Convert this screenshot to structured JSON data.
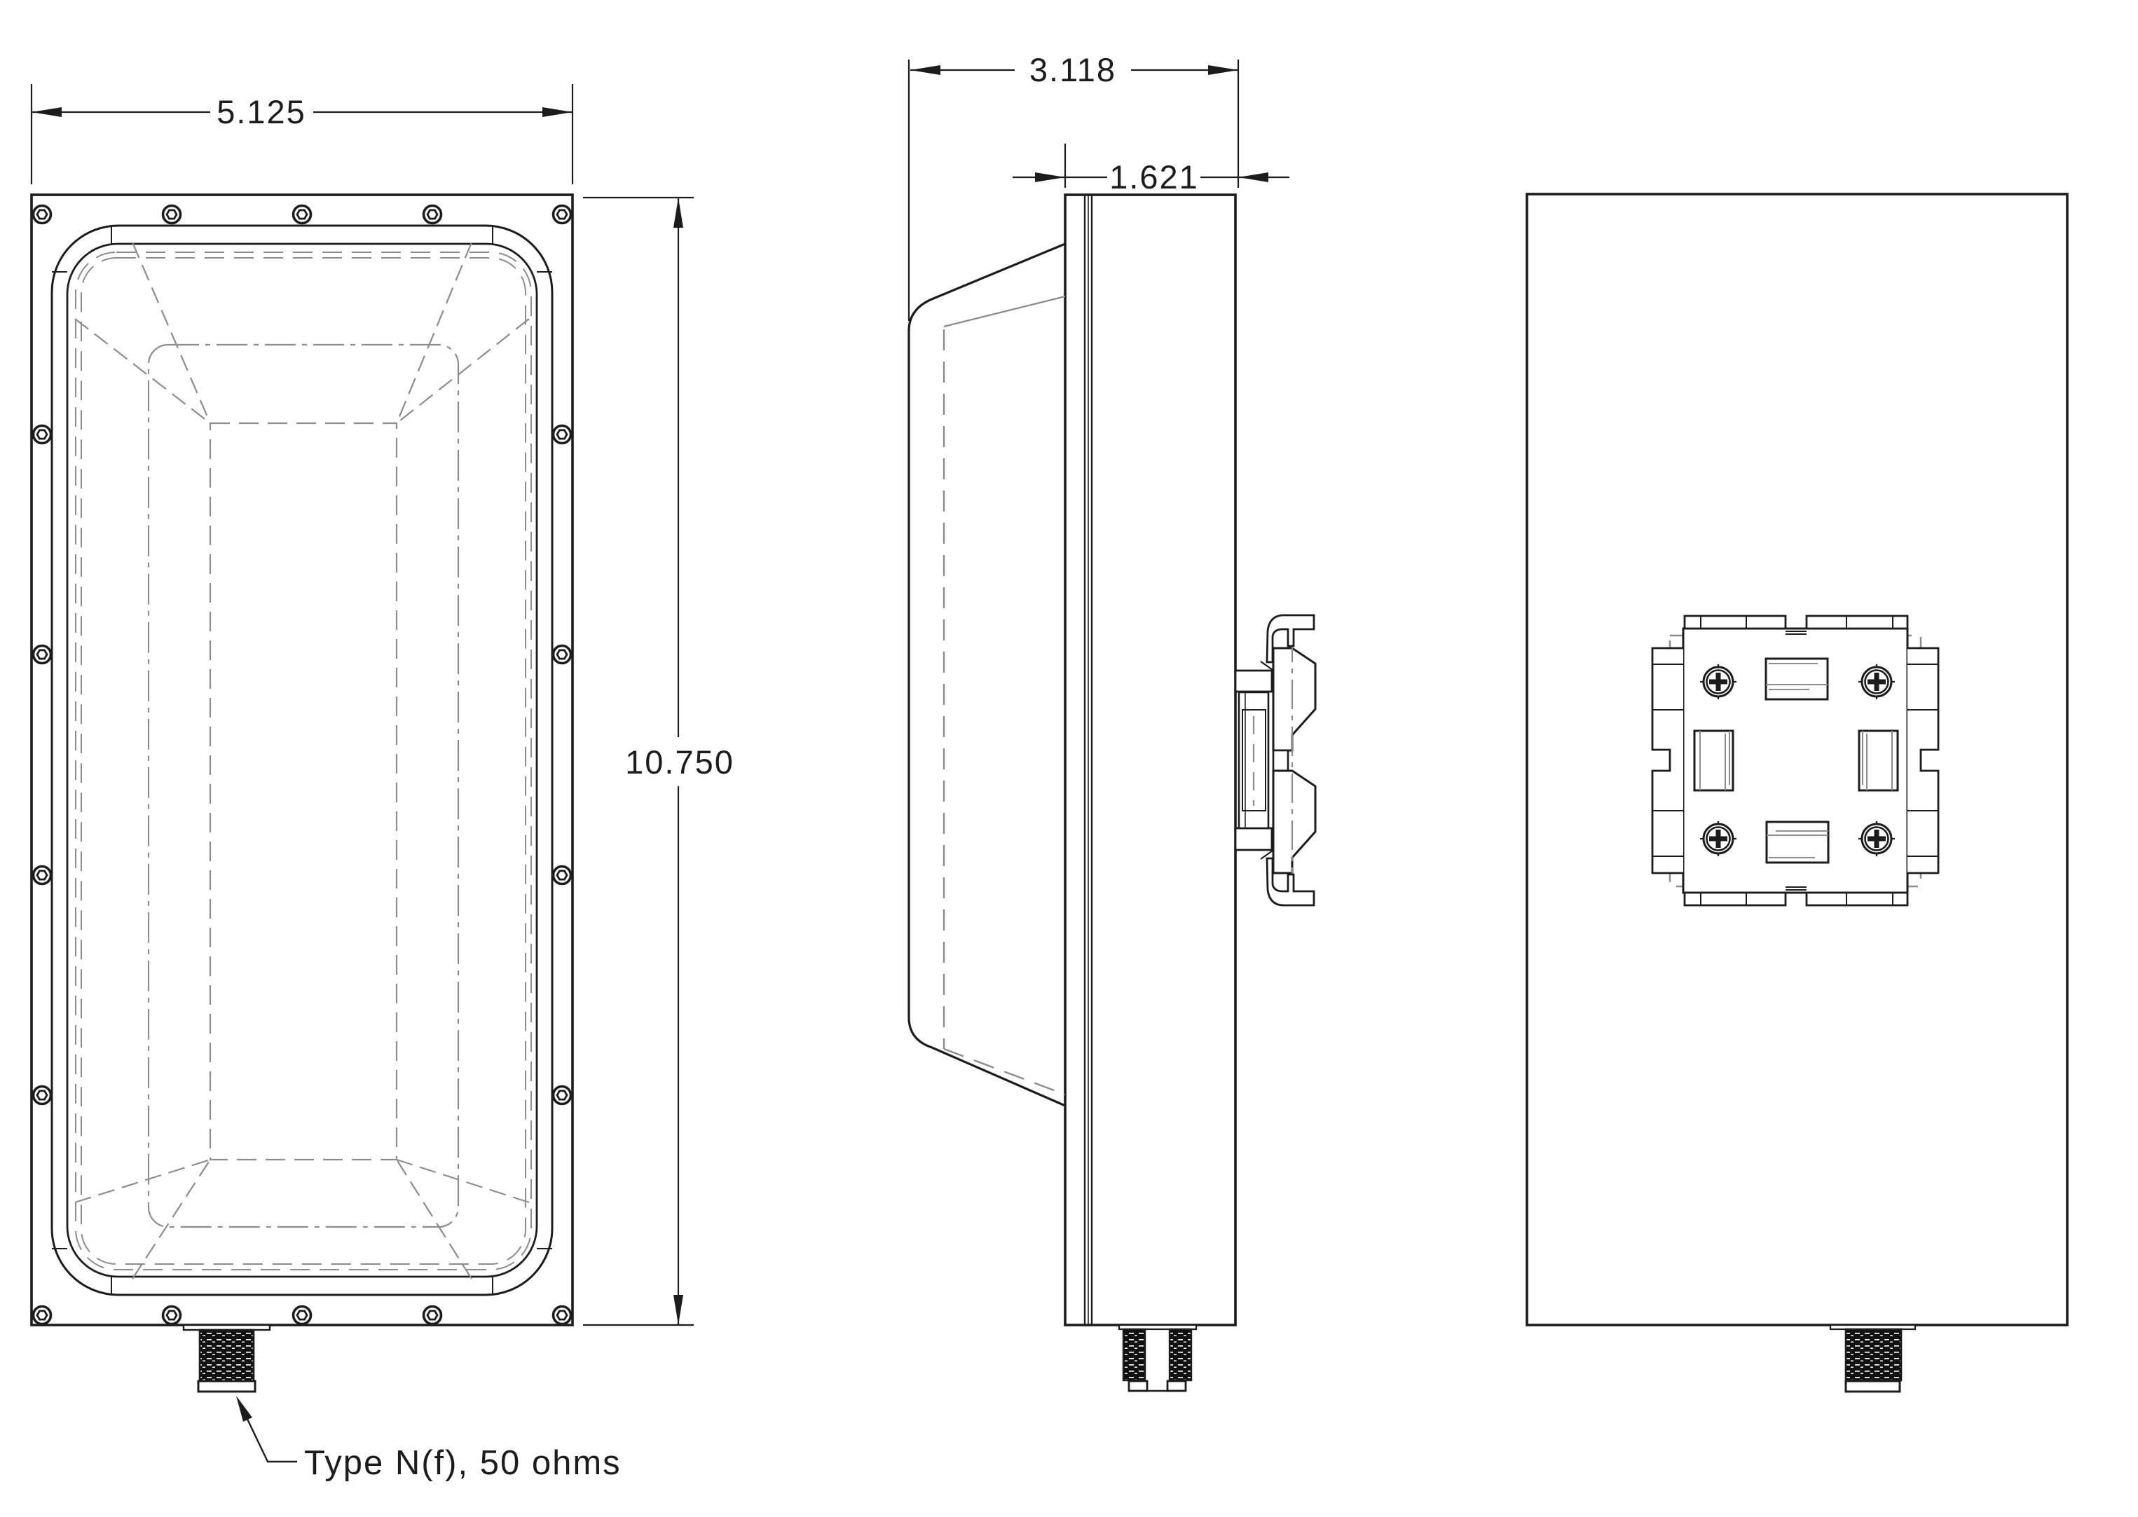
{
  "drawing": {
    "type": "engineering-orthographic-views",
    "views": [
      {
        "id": "front-view",
        "description": "front face with perimeter screws, radome rim and hidden horn taper"
      },
      {
        "id": "side-view",
        "description": "side profile with radome wedge and rear mounting bracket"
      },
      {
        "id": "back-view",
        "description": "rear face with mounting plate, phillips screws and slots"
      }
    ],
    "units_implied": "inches"
  },
  "dimensions": {
    "front_width": "5.125",
    "front_height": "10.750",
    "depth_overall": "3.118",
    "depth_body": "1.621"
  },
  "connector": {
    "label": "Type N(f), 50 ohms"
  },
  "icons": {
    "socket_screw": "socket-head-screw-icon",
    "phillips_screw": "phillips-screw-icon",
    "dimension_arrow": "dimension-arrowhead-icon"
  },
  "colors": {
    "line": "#1c1c1c",
    "hidden_line": "#8c8c8c",
    "background": "#ffffff",
    "thread_fill": "#111111"
  }
}
